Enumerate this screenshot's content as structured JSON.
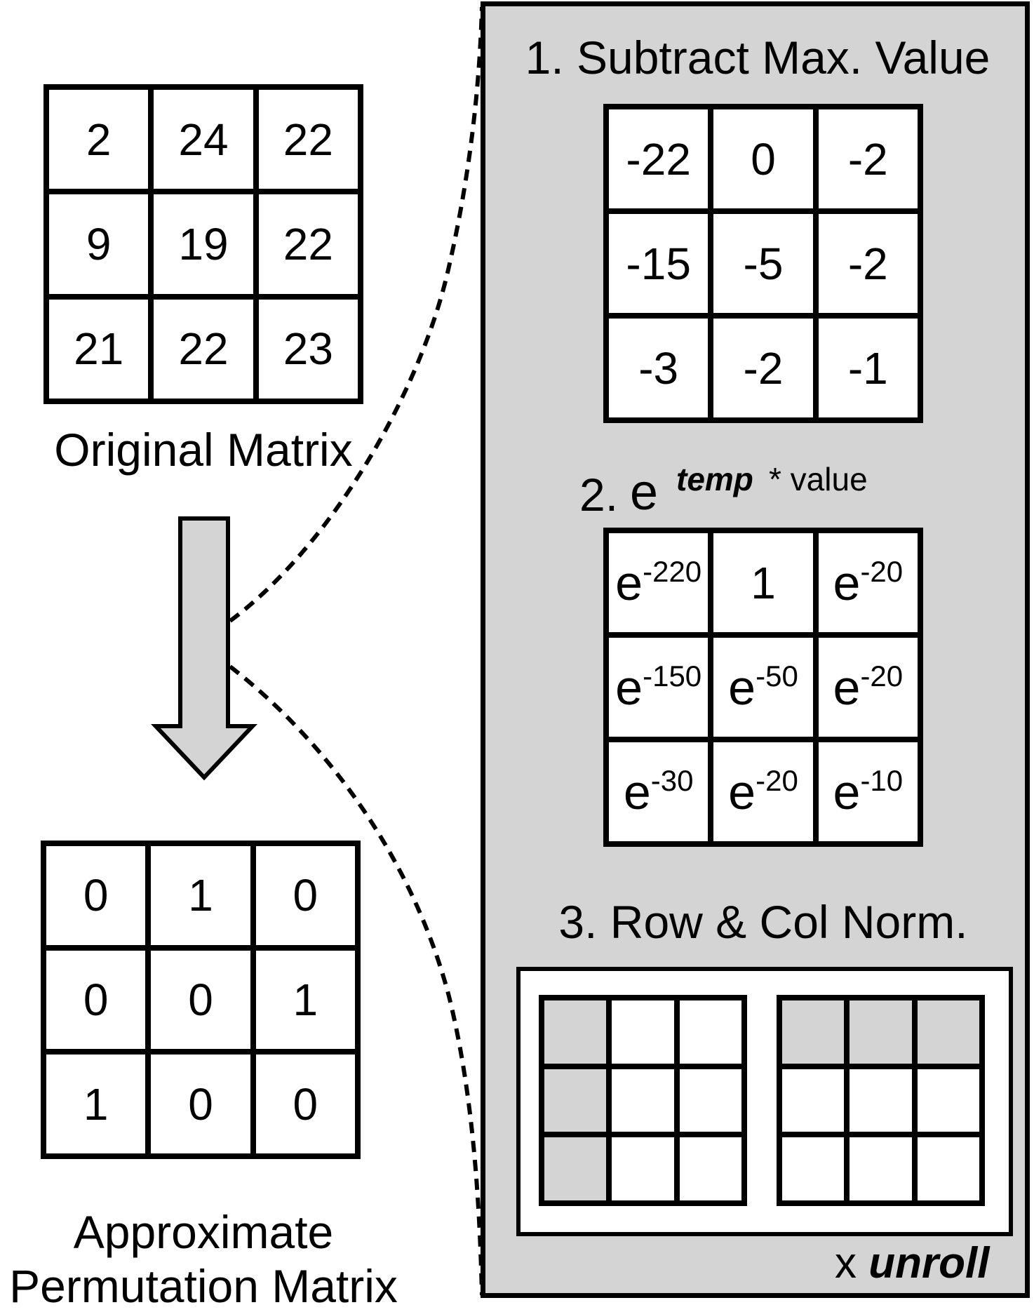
{
  "original_matrix": {
    "label": "Original Matrix",
    "rows": [
      [
        "2",
        "24",
        "22"
      ],
      [
        "9",
        "19",
        "22"
      ],
      [
        "21",
        "22",
        "23"
      ]
    ]
  },
  "arrow": {
    "icon": "down-arrow-icon",
    "fill": "#d4d4d4"
  },
  "permutation_matrix": {
    "label_line1": "Approximate",
    "label_line2": "Permutation Matrix",
    "rows": [
      [
        "0",
        "1",
        "0"
      ],
      [
        "0",
        "0",
        "1"
      ],
      [
        "1",
        "0",
        "0"
      ]
    ]
  },
  "panel": {
    "background": "#d4d4d4",
    "step1": {
      "title": "1. Subtract Max. Value",
      "rows": [
        [
          "-22",
          "0",
          "-2"
        ],
        [
          "-15",
          "-5",
          "-2"
        ],
        [
          "-3",
          "-2",
          "-1"
        ]
      ]
    },
    "step2": {
      "title_prefix": "2.",
      "title_base": "e",
      "title_exponent": "temp",
      "title_suffix": "* value",
      "rows": [
        [
          {
            "base": "e",
            "exp": "-220"
          },
          {
            "value": "1"
          },
          {
            "base": "e",
            "exp": "-20"
          }
        ],
        [
          {
            "base": "e",
            "exp": "-150"
          },
          {
            "base": "e",
            "exp": "-50"
          },
          {
            "base": "e",
            "exp": "-20"
          }
        ],
        [
          {
            "base": "e",
            "exp": "-30"
          },
          {
            "base": "e",
            "exp": "-20"
          },
          {
            "base": "e",
            "exp": "-10"
          }
        ]
      ],
      "cells": {
        "r0c0_base": "e",
        "r0c0_exp": "-220",
        "r0c1_value": "1",
        "r0c2_base": "e",
        "r0c2_exp": "-20",
        "r1c0_base": "e",
        "r1c0_exp": "-150",
        "r1c1_base": "e",
        "r1c1_exp": "-50",
        "r1c2_base": "e",
        "r1c2_exp": "-20",
        "r2c0_base": "e",
        "r2c0_exp": "-30",
        "r2c1_base": "e",
        "r2c1_exp": "-20",
        "r2c2_base": "e",
        "r2c2_exp": "-10"
      }
    },
    "step3": {
      "title": "3. Row & Col Norm.",
      "row_norm_grid_shaded": "first column",
      "col_norm_grid_shaded": "first row",
      "repeat_prefix": "x",
      "repeat_label": "unroll"
    }
  }
}
